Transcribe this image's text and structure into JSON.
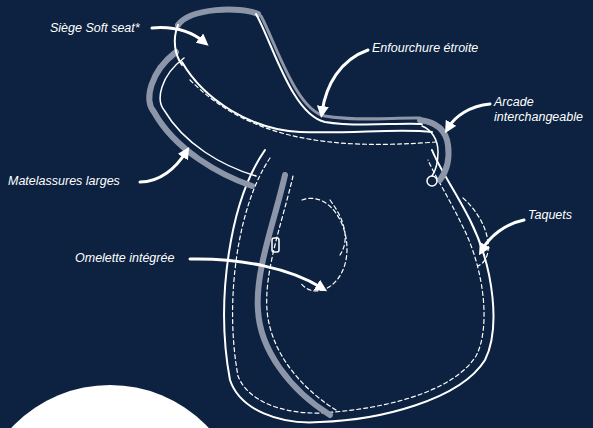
{
  "diagram": {
    "labels": [
      "Siège Soft seat*",
      "Enfourchure étroite",
      "Arcade interchangeable",
      "Matelassures larges",
      "Taquets",
      "Omelette intégrée"
    ]
  }
}
